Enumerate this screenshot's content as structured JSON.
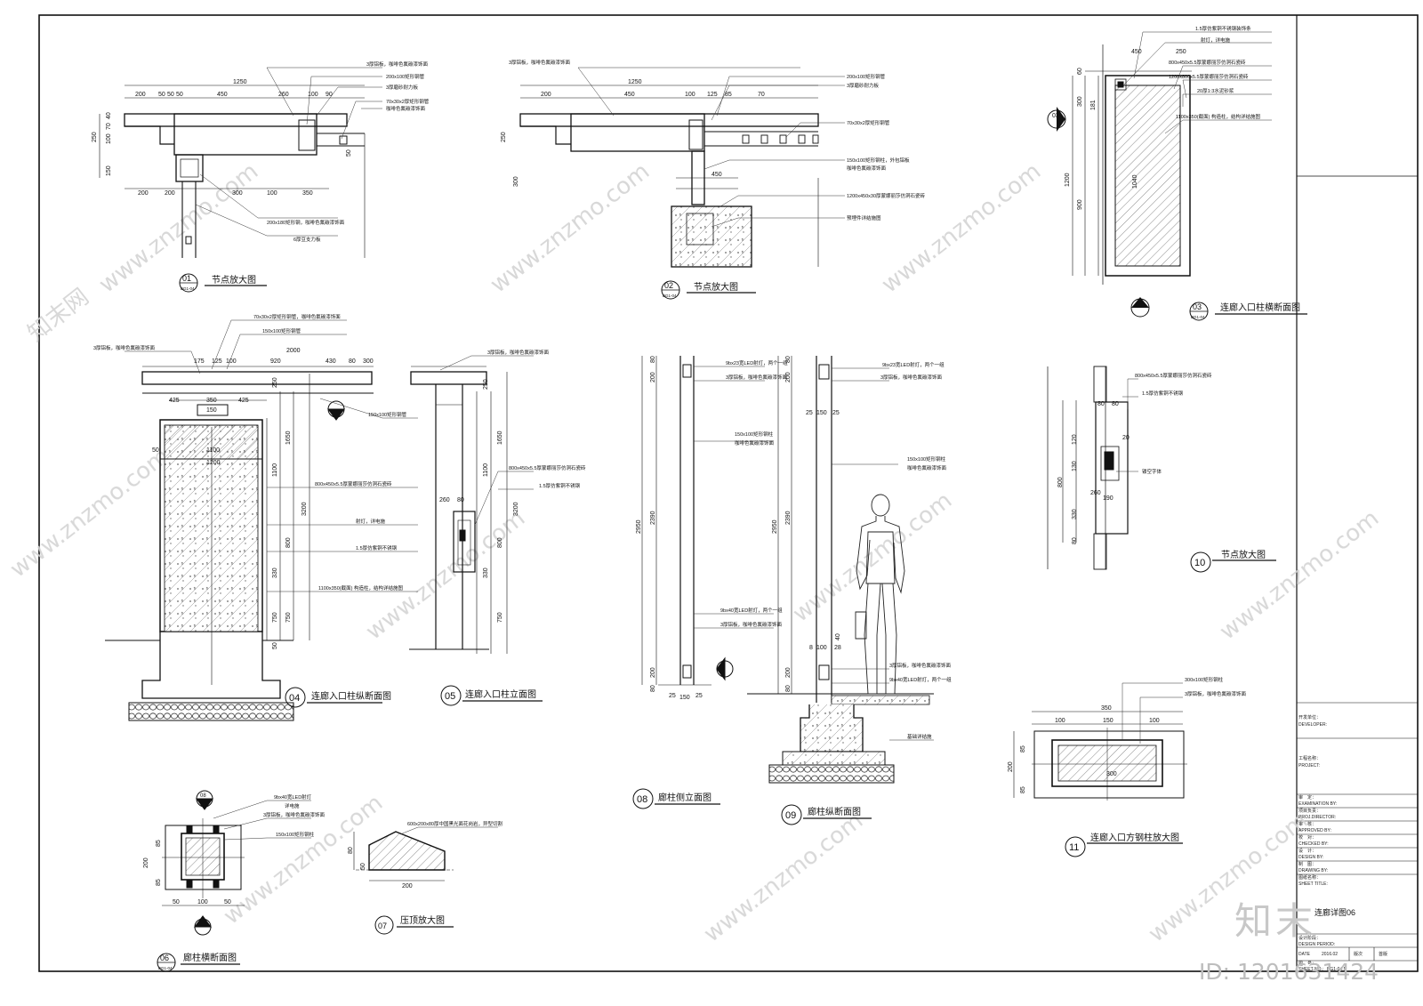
{
  "labels": {
    "d01_title": "节点放大图",
    "d01_num": "01",
    "d01_ref": "BG1-04",
    "d02_title": "节点放大图",
    "d02_num": "02",
    "d02_ref": "BG1-04",
    "d03_title": "连廊入口柱横断面图",
    "d03_num": "03",
    "d03_ref": "BG1-04",
    "d04_title": "连廊入口柱纵断面图",
    "d04_num": "04",
    "d05_title": "连廊入口柱立面图",
    "d05_num": "05",
    "d06_title": "廊柱横断面图",
    "d06_num": "06",
    "d06_ref": "BG1-04",
    "d07_title": "压顶放大图",
    "d07_num": "07",
    "d08_title": "廊柱侧立面图",
    "d08_num": "08",
    "d09_title": "廊柱纵断面图",
    "d09_num": "09",
    "d10_title": "节点放大图",
    "d10_num": "10",
    "d11_title": "连廊入口方钢柱放大图",
    "d11_num": "11"
  },
  "dims": {
    "d01_1250": "1250",
    "d01_200": "200",
    "d01_50a": "50",
    "d01_50b": "50",
    "d01_50c": "50",
    "d01_450": "450",
    "d01_260": "260",
    "d01_100": "100",
    "d01_90": "90",
    "d01_b200": "200",
    "d01_b200b": "200",
    "d01_b300": "300",
    "d01_b100": "100",
    "d01_b350": "350",
    "d01_v250": "250",
    "d01_v150": "150",
    "d01_v100": "100",
    "d01_v70": "70",
    "d01_v40": "40",
    "d01_v50": "50",
    "d02_1250": "1250",
    "d02_200": "200",
    "d02_450": "450",
    "d02_100": "100",
    "d02_125": "125",
    "d02_85": "85",
    "d02_70": "70",
    "d02_450b": "450",
    "d02_v250": "250",
    "d02_v300": "300",
    "d03_450": "450",
    "d03_250": "250",
    "d03_v60": "60",
    "d03_v300": "300",
    "d03_v1200": "1200",
    "d03_v900": "900",
    "d03_v1040": "1040",
    "d03_v181": "181",
    "d04_2000": "2000",
    "d04_175": "175",
    "d04_125": "125",
    "d04_100": "100",
    "d04_920": "920",
    "d04_430": "430",
    "d04_80": "80",
    "d04_300": "300",
    "d04_425a": "425",
    "d04_350": "350",
    "d04_425b": "425",
    "d04_150": "150",
    "d04_1100": "1100",
    "d04_1200": "1200",
    "d04_50": "50",
    "d04_v250": "250",
    "d04_v1650": "1650",
    "d04_v1100": "1100",
    "d04_v3200": "3200",
    "d04_v800": "800",
    "d04_v330": "330",
    "d04_v750": "750",
    "d04_v750b": "750",
    "d04_v50": "50",
    "d05_v250": "250",
    "d05_v1650": "1650",
    "d05_v1100": "1100",
    "d05_v3200": "3200",
    "d05_v800": "800",
    "d05_v330": "330",
    "d05_v750": "750",
    "d05_260": "260",
    "d05_80": "80",
    "d08_v2950": "2950",
    "d08_v2390": "2390",
    "d08_v200": "200",
    "d08_v80": "80",
    "d08_v200b": "200",
    "d08_v80b": "80",
    "d08_25": "25",
    "d08_150": "150",
    "d08_25b": "25",
    "d09_v2950": "2950",
    "d09_v2390": "2390",
    "d09_v200": "200",
    "d09_v80": "80",
    "d09_v200b": "200",
    "d09_v80b": "80",
    "d09_25": "25",
    "d09_150": "150",
    "d09_25b": "25",
    "d09_100": "100",
    "d09_8": "8",
    "d09_28": "28",
    "d09_40": "40",
    "d10_80a": "80",
    "d10_80b": "80",
    "d10_120": "120",
    "d10_20": "20",
    "d10_130": "130",
    "d10_260": "260",
    "d10_190": "190",
    "d10_800": "800",
    "d10_330": "330",
    "d10_v80": "80",
    "d11_350": "350",
    "d11_100": "100",
    "d11_150": "150",
    "d11_100b": "100",
    "d11_200": "200",
    "d11_85": "85",
    "d11_85b": "85",
    "d11_300": "300",
    "d06_200": "200",
    "d06_85": "85",
    "d06_85b": "85",
    "d06_50": "50",
    "d06_100": "100",
    "d06_50b": "50",
    "d07_200": "200",
    "d07_80": "80",
    "d07_50": "50"
  },
  "notes": {
    "d01_n1": "3厚铝板，咖啡色氟碳漆饰面",
    "d01_n2": "200x100矩形钢管",
    "d01_n3": "3厚磨砂耐力板",
    "d01_n4": "70x30x2厚矩形钢管",
    "d01_n5": "咖啡色氟碳漆饰面",
    "d01_n6": "200x180矩形钢，咖啡色氟碳漆饰面",
    "d01_n7": "6厚豆支力板",
    "d02_n1": "3厚铝板，咖啡色氟碳漆饰面",
    "d02_n2": "200x100矩形钢管",
    "d02_n3": "3厚磨砂耐力板",
    "d02_n4": "70x30x2厚矩形钢管",
    "d02_n5": "150x100矩形钢柱，外包铝板",
    "d02_n6": "咖啡色氟碳漆饰面",
    "d02_n7": "1200x450x30厚蒙娜丽莎仿洞石瓷砖",
    "d02_n8": "预埋件详结施图",
    "d03_n1": "1.5厚仿紫铜不锈钢装饰条",
    "d03_n2": "射灯，详电施",
    "d03_n3": "800x450x5.5厚蒙娜丽莎仿洞石瓷砖",
    "d03_n4": "1200x800x5.5厚蒙娜丽莎仿洞石瓷砖",
    "d03_n5": "20厚1:3水泥砂浆",
    "d03_n6": "1100x350(截面) 构造柱，结构详结施图",
    "d04_n1": "70x30x2厚矩形钢管，咖啡色氟碳漆饰面",
    "d04_n2": "3厚铝板，咖啡色氟碳漆饰面",
    "d04_n3": "150x100矩形钢管",
    "d04_n4": "150x100矩形钢管",
    "d04_n5": "800x450x5.5厚蒙娜丽莎仿洞石瓷砖",
    "d04_n6": "射灯，详电施",
    "d04_n7": "1.5厚仿紫铜不锈钢",
    "d04_n8": "1100x350(截面) 构造柱，结构详结施图",
    "d05_n1": "3厚铝板，咖啡色氟碳漆饰面",
    "d05_n2": "800x450x5.5厚蒙娜丽莎仿洞石瓷砖",
    "d05_n3": "1.5厚仿紫铜不锈钢",
    "d08_n1": "9bx23宽LED射灯，两个一组",
    "d08_n2": "3厚铝板，咖啡色氟碳漆饰面",
    "d08_n3": "150x100矩形钢柱",
    "d08_n4": "咖啡色氟碳漆饰面",
    "d08_n5": "9bx40宽LED射灯，两个一组",
    "d08_n6": "3厚铝板，咖啡色氟碳漆饰面",
    "d09_n1": "9bx23宽LED射灯，两个一组",
    "d09_n2": "3厚铝板，咖啡色氟碳漆饰面",
    "d09_n3": "150x100矩形钢柱",
    "d09_n4": "咖啡色氟碳漆饰面",
    "d09_n5": "3厚铝板，咖啡色氟碳漆饰面",
    "d09_n6": "9bx40宽LED射灯，两个一组",
    "d09_n7": "基础详结施",
    "d10_n1": "800x450x5.5厚蒙娜丽莎仿洞石瓷砖",
    "d10_n2": "1.5厚仿紫铜不锈钢",
    "d10_n3": "镂空字体",
    "d11_n1": "300x100矩形钢柱",
    "d11_n2": "3厚铝板，咖啡色氟碳漆饰面",
    "d06_n1": "9bx40宽LED射灯",
    "d06_n2": "详电施",
    "d06_n3": "3厚铝板，咖啡色氟碳漆饰面",
    "d06_n4": "150x100矩形钢柱",
    "d07_n1": "600x200x80厚中国黑光面花岗岩，异型切割"
  },
  "title_block": {
    "developer_cn": "开发单位：",
    "developer": "DEVELOPER:",
    "project_cn": "工程名称：",
    "project": "PROJECT:",
    "examination_cn": "审　定：",
    "examination": "EXAMINATION BY:",
    "projdirector_cn": "项目负责：",
    "projdirector": "PROJ.DIRECTOR:",
    "approved_cn": "审　核：",
    "approved": "APPROVED BY:",
    "checked_cn": "校　对：",
    "checked": "CHECKED BY:",
    "design_cn": "设　计：",
    "design": "DESIGN BY:",
    "drawing_cn": "制　图：",
    "drawing": "DRAWING BY:",
    "sheet_title_cn": "图纸名称：",
    "sheet_title": "SHEET TITLE:",
    "sheet_title_value": "连廊详图06",
    "design_period_cn": "设计阶段：",
    "design_period": "DESIGN PERIOD:",
    "date_label": "DATE",
    "date_value": "2016.02",
    "ver_label": "版次",
    "ver_value": "首版",
    "sheet_no_cn": "图　号：",
    "sheet_no": "SHEET NO.:",
    "sheet_no_value": "BG1-04.5"
  },
  "watermark": {
    "site": "www.znzmo.com",
    "brand": "知末网",
    "logo": "知末",
    "id": "ID: 1201631424"
  },
  "colors": {
    "line": "#111111",
    "hatch": "#555555",
    "leader": "#333333",
    "watermark": "#d4d4d4"
  }
}
